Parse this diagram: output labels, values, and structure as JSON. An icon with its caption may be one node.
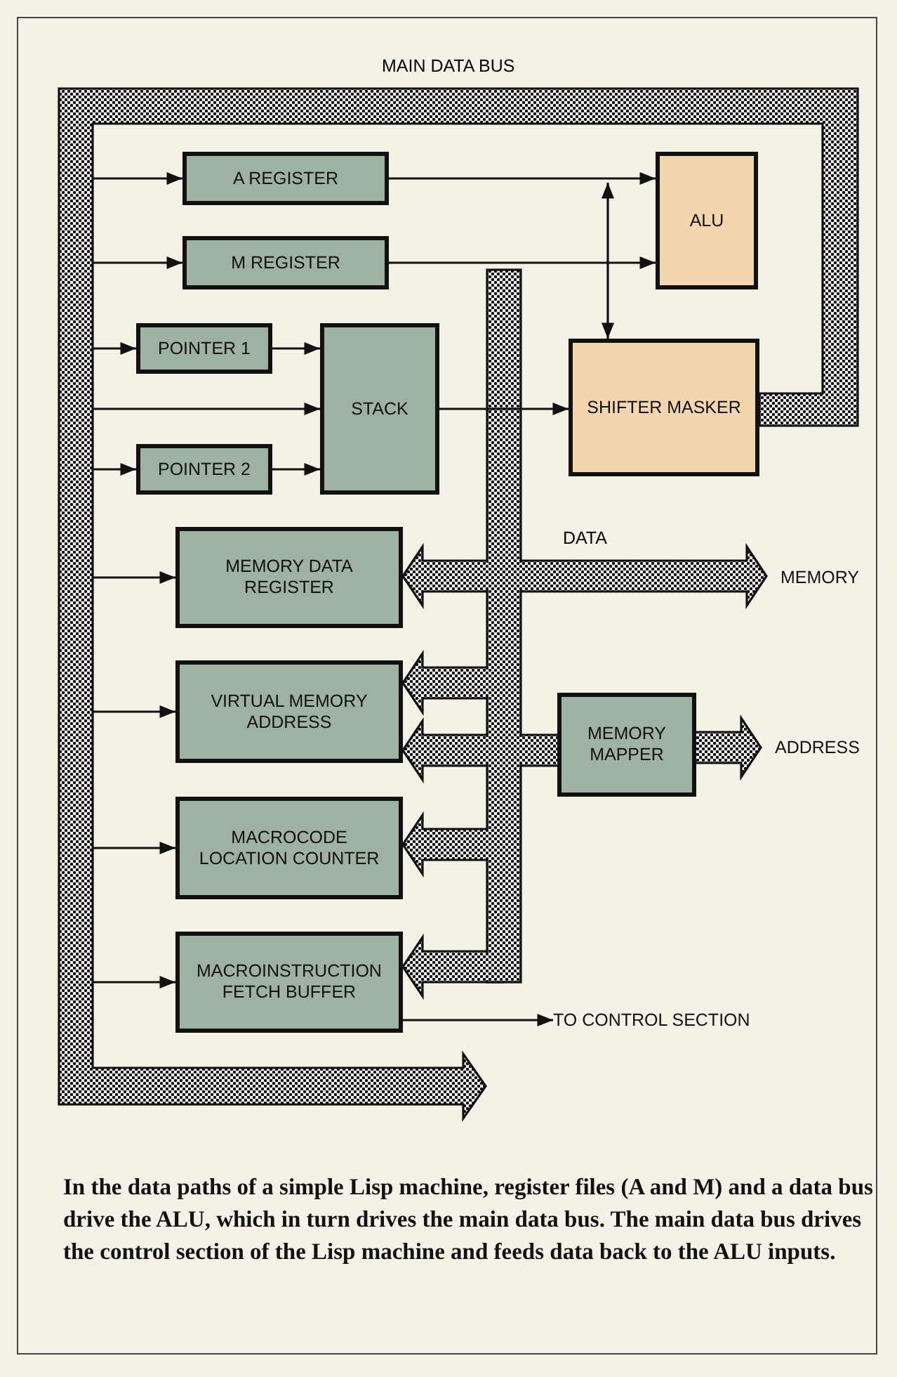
{
  "diagram": {
    "caption": "In the data paths of a simple Lisp machine, register files (A and M) and a data bus drive the ALU, which in turn drives the main data bus. The main data bus drives the control section of the Lisp machine and feeds data back to the ALU inputs.",
    "nodes": [
      {
        "text": [
          "A REGISTER"
        ]
      },
      {
        "text": [
          "M REGISTER"
        ]
      },
      {
        "text": [
          "POINTER 1"
        ]
      },
      {
        "text": [
          "STACK"
        ]
      },
      {
        "text": [
          "POINTER 2"
        ]
      },
      {
        "text": [
          "ALU"
        ]
      },
      {
        "text": [
          "SHIFTER MASKER"
        ]
      },
      {
        "text": [
          "MEMORY DATA REGISTER"
        ]
      },
      {
        "text": [
          "VIRTUAL MEMORY ADDRESS"
        ]
      },
      {
        "text": [
          "MEMORY MAPPER"
        ]
      },
      {
        "text": [
          "MACROCODE LOCATION COUNTER"
        ]
      },
      {
        "text": [
          "MACROINSTRUCTION FETCH BUFFER"
        ]
      },
      {
        "text": [
          "MEMORY"
        ]
      },
      {
        "text": [
          "ADDRESS"
        ]
      },
      {
        "text": [
          "TO CONTROL SECTION"
        ]
      }
    ],
    "edges": [
      {
        "from": null,
        "to": 0,
        "arrow": "to"
      },
      {
        "from": null,
        "to": 1,
        "arrow": "to"
      },
      {
        "from": null,
        "to": 2,
        "arrow": "to"
      },
      {
        "from": null,
        "to": 3,
        "arrow": "to"
      },
      {
        "from": null,
        "to": 4,
        "arrow": "to"
      },
      {
        "from": null,
        "to": 7,
        "arrow": "to"
      },
      {
        "from": null,
        "to": 8,
        "arrow": "to"
      },
      {
        "from": null,
        "to": 10,
        "arrow": "to"
      },
      {
        "from": null,
        "to": 11,
        "arrow": "to"
      },
      {
        "from": 0,
        "to": 5,
        "arrow": "to"
      },
      {
        "from": 1,
        "to": 5,
        "arrow": "to"
      },
      {
        "from": 2,
        "to": 3,
        "arrow": "to"
      },
      {
        "from": 4,
        "to": 3,
        "arrow": "to"
      },
      {
        "from": 3,
        "to": 6,
        "arrow": "to"
      },
      {
        "from": null,
        "to": 6,
        "arrow": "both"
      },
      {
        "from": 7,
        "to": 12,
        "arrow": "both",
        "label": "DATA",
        "style": "thick"
      },
      {
        "from": null,
        "to": 8,
        "arrow": "to",
        "style": "thick"
      },
      {
        "from": 9,
        "to": 8,
        "arrow": "to",
        "style": "thick"
      },
      {
        "from": 9,
        "to": 13,
        "arrow": "to",
        "style": "thick"
      },
      {
        "from": null,
        "to": 10,
        "arrow": "to",
        "style": "thick"
      },
      {
        "from": null,
        "to": 11,
        "arrow": "to",
        "style": "thick"
      },
      {
        "from": 11,
        "to": 14,
        "arrow": "to"
      }
    ],
    "labels": [
      "MAIN DATA BUS"
    ]
  }
}
